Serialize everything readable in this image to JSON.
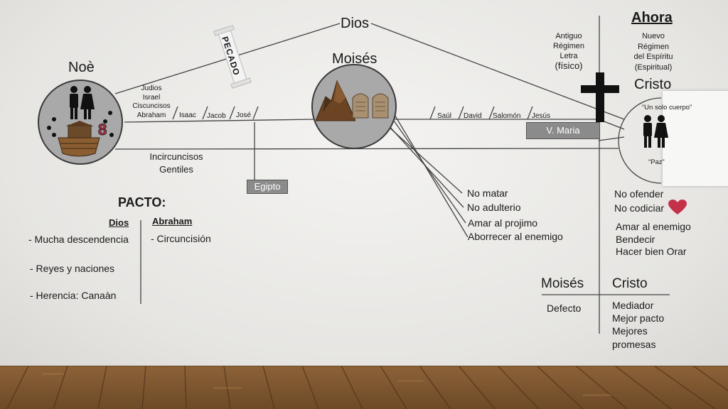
{
  "top": {
    "dios": "Dios",
    "pecado": "PECADO",
    "moises": "Moisés",
    "noe": "Noè",
    "cristo": "Cristo",
    "ahora": "Ahora"
  },
  "regimen_antiguo": [
    "Antiguo",
    "Régimen",
    "Letra",
    "(físico)"
  ],
  "regimen_nuevo": [
    "Nuevo",
    "Régimen",
    "del Espíritu",
    "(Espiritual)"
  ],
  "timeline_top_labels": [
    "Judios",
    "Israel",
    "Ciscuncisos",
    "Abraham"
  ],
  "timeline_names": [
    "Isaac",
    "Jacob",
    "José",
    "Saúl",
    "David",
    "Salomón",
    "Jesús"
  ],
  "lower_group": [
    "Incircuncisos",
    "Gentiles"
  ],
  "egipto": "Egipto",
  "v_maria": "V. Maria",
  "noah_number": "8",
  "cristo_panel": {
    "un_solo_cuerpo": "“Un solo cuerpo”",
    "paz": "“Paz”"
  },
  "mandamientos_moises": [
    "No matar",
    "No adulterio",
    "Amar al projimo",
    "Aborrecer al enemigo"
  ],
  "mandamientos_cristo": [
    "No ofender",
    "No codiciar",
    "Amar al enemigo",
    "Bendecir",
    "Hacer bien Orar"
  ],
  "pacto": {
    "title": "PACTO:",
    "dios_header": "Dios",
    "abraham_header": "Abraham",
    "dios_items": [
      "- Mucha descendencia",
      "- Reyes y naciones",
      "- Herencia: Canaàn"
    ],
    "abraham_items": [
      "- Circuncisión"
    ]
  },
  "comparison": {
    "moises_header": "Moisés",
    "cristo_header": "Cristo",
    "moises_items": [
      "Defecto"
    ],
    "cristo_items": [
      "Mediador",
      "Mejor pacto",
      "Mejores",
      "promesas"
    ]
  },
  "colors": {
    "heart": "#c4324a",
    "number": "#c4324a",
    "line": "#444444",
    "box": "#8b8b8b"
  }
}
